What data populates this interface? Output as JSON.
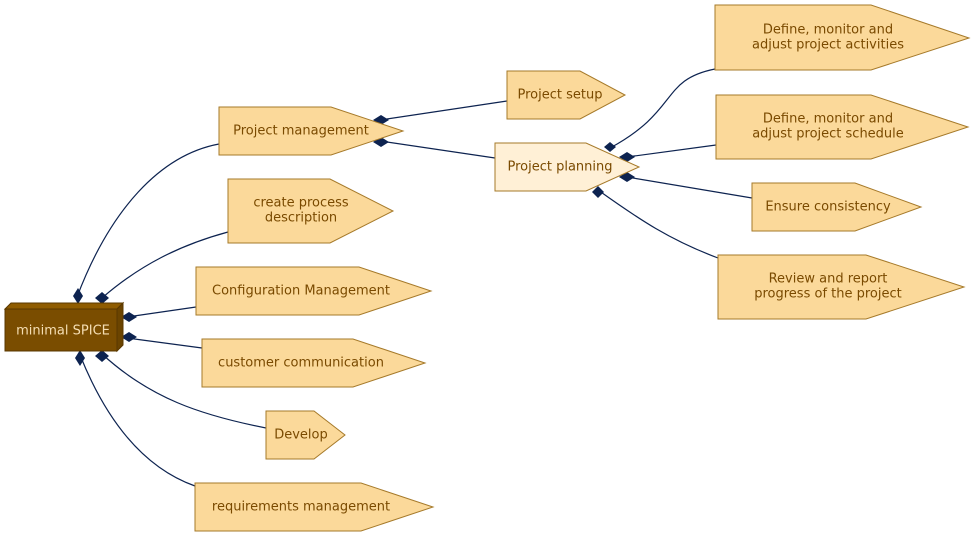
{
  "colors": {
    "root_fill": "#7a4d00",
    "root_stroke": "#5a3800",
    "node_fill": "#fbd99a",
    "node_stroke": "#a67a2a",
    "highlight_fill": "#fff0d6",
    "edge": "#0d2350",
    "node_text": "#7a4a00",
    "root_text": "#f5deb3"
  },
  "root": {
    "label": "minimal SPICE"
  },
  "nodes": {
    "project_management": {
      "label": "Project management"
    },
    "create_process_description": {
      "label_line1": "create process",
      "label_line2": "description"
    },
    "configuration_management": {
      "label": "Configuration Management"
    },
    "customer_communication": {
      "label": "customer communication"
    },
    "develop": {
      "label": "Develop"
    },
    "requirements_management": {
      "label": "requirements management"
    },
    "project_setup": {
      "label": "Project setup"
    },
    "project_planning": {
      "label": "Project planning"
    },
    "define_activities": {
      "label_line1": "Define, monitor and",
      "label_line2": "adjust project activities"
    },
    "define_schedule": {
      "label_line1": "Define, monitor and",
      "label_line2": "adjust project schedule"
    },
    "ensure_consistency": {
      "label": "Ensure consistency"
    },
    "review_report": {
      "label_line1": "Review and report",
      "label_line2": "progress of the project"
    }
  }
}
